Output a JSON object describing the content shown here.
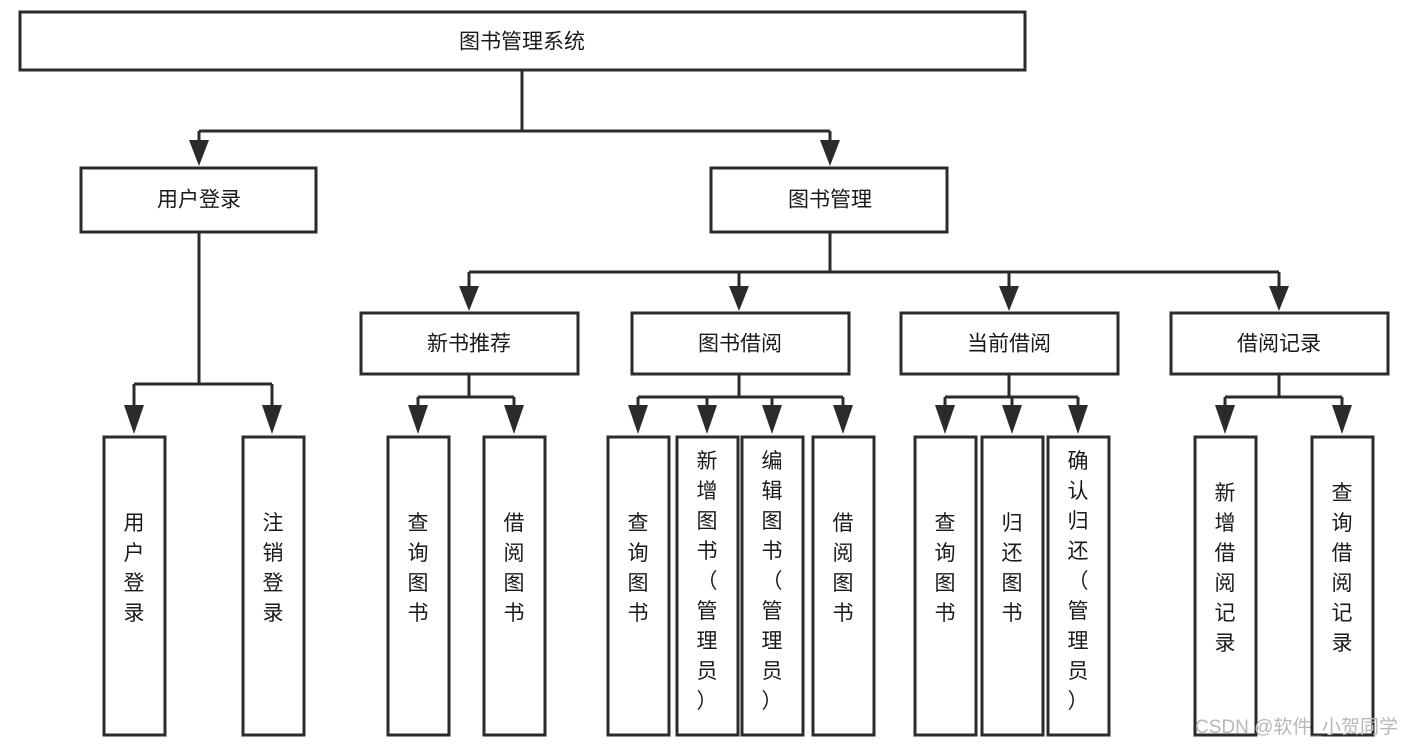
{
  "diagram": {
    "type": "tree",
    "orientation": "top-down",
    "title": "图书管理系统",
    "colors": {
      "stroke": "#2b2b2b",
      "fill": "#ffffff",
      "text": "#1a1a1a",
      "watermark": "#b8b8b8",
      "background": "#ffffff"
    },
    "root": {
      "label": "图书管理系统"
    },
    "level2": [
      {
        "label": "用户登录"
      },
      {
        "label": "图书管理"
      }
    ],
    "level3": [
      {
        "label": "新书推荐"
      },
      {
        "label": "图书借阅"
      },
      {
        "label": "当前借阅"
      },
      {
        "label": "借阅记录"
      }
    ],
    "leaves": {
      "user_login": [
        {
          "label": "用户登录",
          "chars": [
            "用",
            "户",
            "登",
            "录"
          ]
        },
        {
          "label": "注销登录",
          "chars": [
            "注",
            "销",
            "登",
            "录"
          ]
        }
      ],
      "new_book_recommend": [
        {
          "label": "查询图书",
          "chars": [
            "查",
            "询",
            "图",
            "书"
          ]
        },
        {
          "label": "借阅图书",
          "chars": [
            "借",
            "阅",
            "图",
            "书"
          ]
        }
      ],
      "book_borrow": [
        {
          "label": "查询图书",
          "chars": [
            "查",
            "询",
            "图",
            "书"
          ]
        },
        {
          "label": "新增图书（管理员）",
          "chars": [
            "新",
            "增",
            "图",
            "书",
            "（",
            "管",
            "理",
            "员",
            "）"
          ]
        },
        {
          "label": "编辑图书（管理员）",
          "chars": [
            "编",
            "辑",
            "图",
            "书",
            "（",
            "管",
            "理",
            "员",
            "）"
          ]
        },
        {
          "label": "借阅图书",
          "chars": [
            "借",
            "阅",
            "图",
            "书"
          ]
        }
      ],
      "current_borrow": [
        {
          "label": "查询图书",
          "chars": [
            "查",
            "询",
            "图",
            "书"
          ]
        },
        {
          "label": "归还图书",
          "chars": [
            "归",
            "还",
            "图",
            "书"
          ]
        },
        {
          "label": "确认归还（管理员）",
          "chars": [
            "确",
            "认",
            "归",
            "还",
            "（",
            "管",
            "理",
            "员",
            "）"
          ]
        }
      ],
      "borrow_record": [
        {
          "label": "新增借阅记录",
          "chars": [
            "新",
            "增",
            "借",
            "阅",
            "记",
            "录"
          ]
        },
        {
          "label": "查询借阅记录",
          "chars": [
            "查",
            "询",
            "借",
            "阅",
            "记",
            "录"
          ]
        }
      ]
    }
  },
  "watermark": {
    "text": "CSDN @软件_小贺同学"
  }
}
